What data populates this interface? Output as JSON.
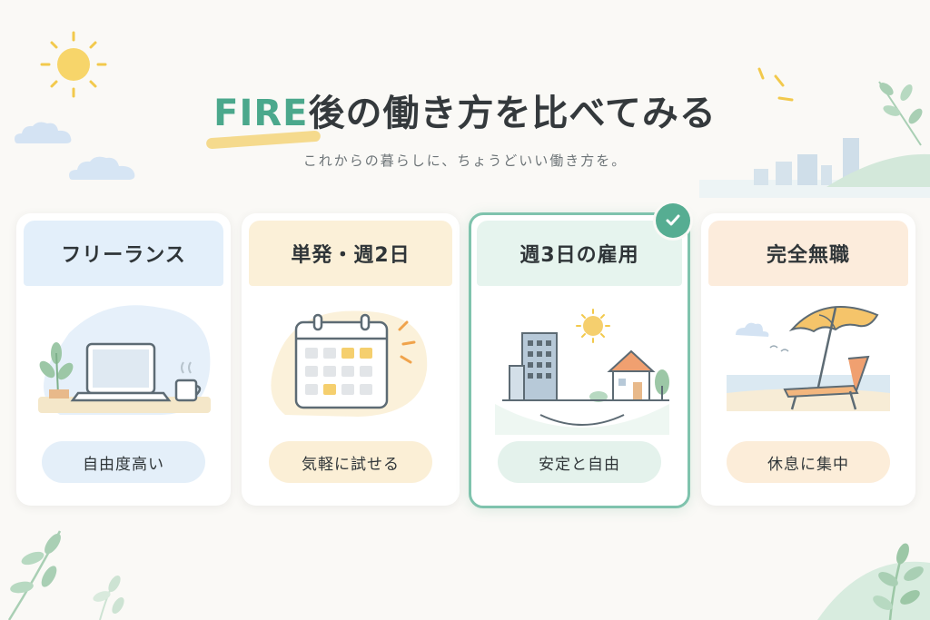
{
  "header": {
    "title_highlight": "FIRE",
    "title_rest": "後の働き方を比べてみる",
    "subtitle": "これからの暮らしに、ちょうどいい働き方を。"
  },
  "cards": [
    {
      "title": "フリーランス",
      "tag": "自由度高い",
      "icon": "laptop-icon"
    },
    {
      "title": "単発・週2日",
      "tag": "気軽に試せる",
      "icon": "calendar-icon"
    },
    {
      "title": "週3日の雇用",
      "tag": "安定と自由",
      "icon": "city-and-house-icon",
      "selected": true
    },
    {
      "title": "完全無職",
      "tag": "休息に集中",
      "icon": "beach-umbrella-icon"
    }
  ],
  "colors": {
    "accent_green": "#4ba88c",
    "highlight_yellow": "#f3d57a",
    "card1_head": "#e3effa",
    "card2_head": "#fbf0d8",
    "card3_head": "#e6f4ee",
    "card4_head": "#fcecdc",
    "selected_border": "#7fc3ad"
  }
}
